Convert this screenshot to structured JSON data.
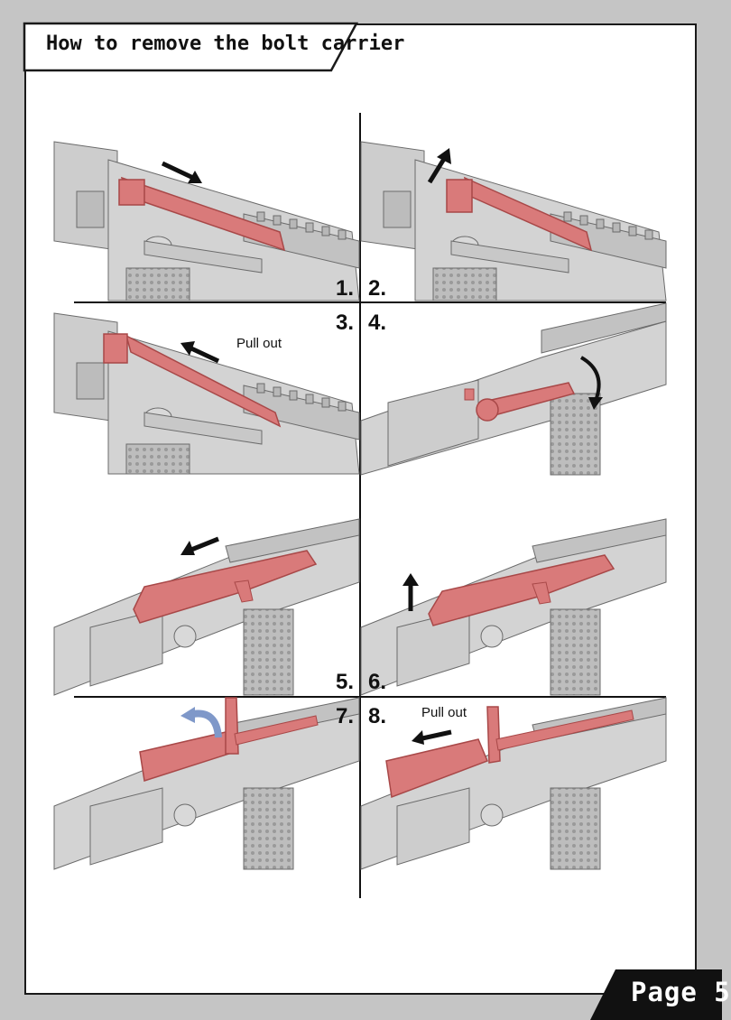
{
  "header": {
    "title": "How to remove the bolt carrier"
  },
  "footer": {
    "page_label": "Page 5"
  },
  "steps": [
    {
      "number": "1."
    },
    {
      "number": "2."
    },
    {
      "number": "3.",
      "note": "Pull out"
    },
    {
      "number": "4."
    },
    {
      "number": "5."
    },
    {
      "number": "6."
    },
    {
      "number": "7."
    },
    {
      "number": "8.",
      "note": "Pull out"
    }
  ],
  "colors": {
    "highlight_part": "#d97a7a",
    "highlight_stroke": "#a84848",
    "rifle_body": "#cdcdcd",
    "rifle_stroke": "#6b6b6b",
    "rotation_arrow": "#7f98c9",
    "arrow": "#111111"
  },
  "icons": [
    "arrow-right-down",
    "arrow-up-right",
    "arrow-left",
    "rotation-arrow",
    "arrow-left",
    "arrow-up",
    "curved-arrow",
    "arrow-left"
  ]
}
